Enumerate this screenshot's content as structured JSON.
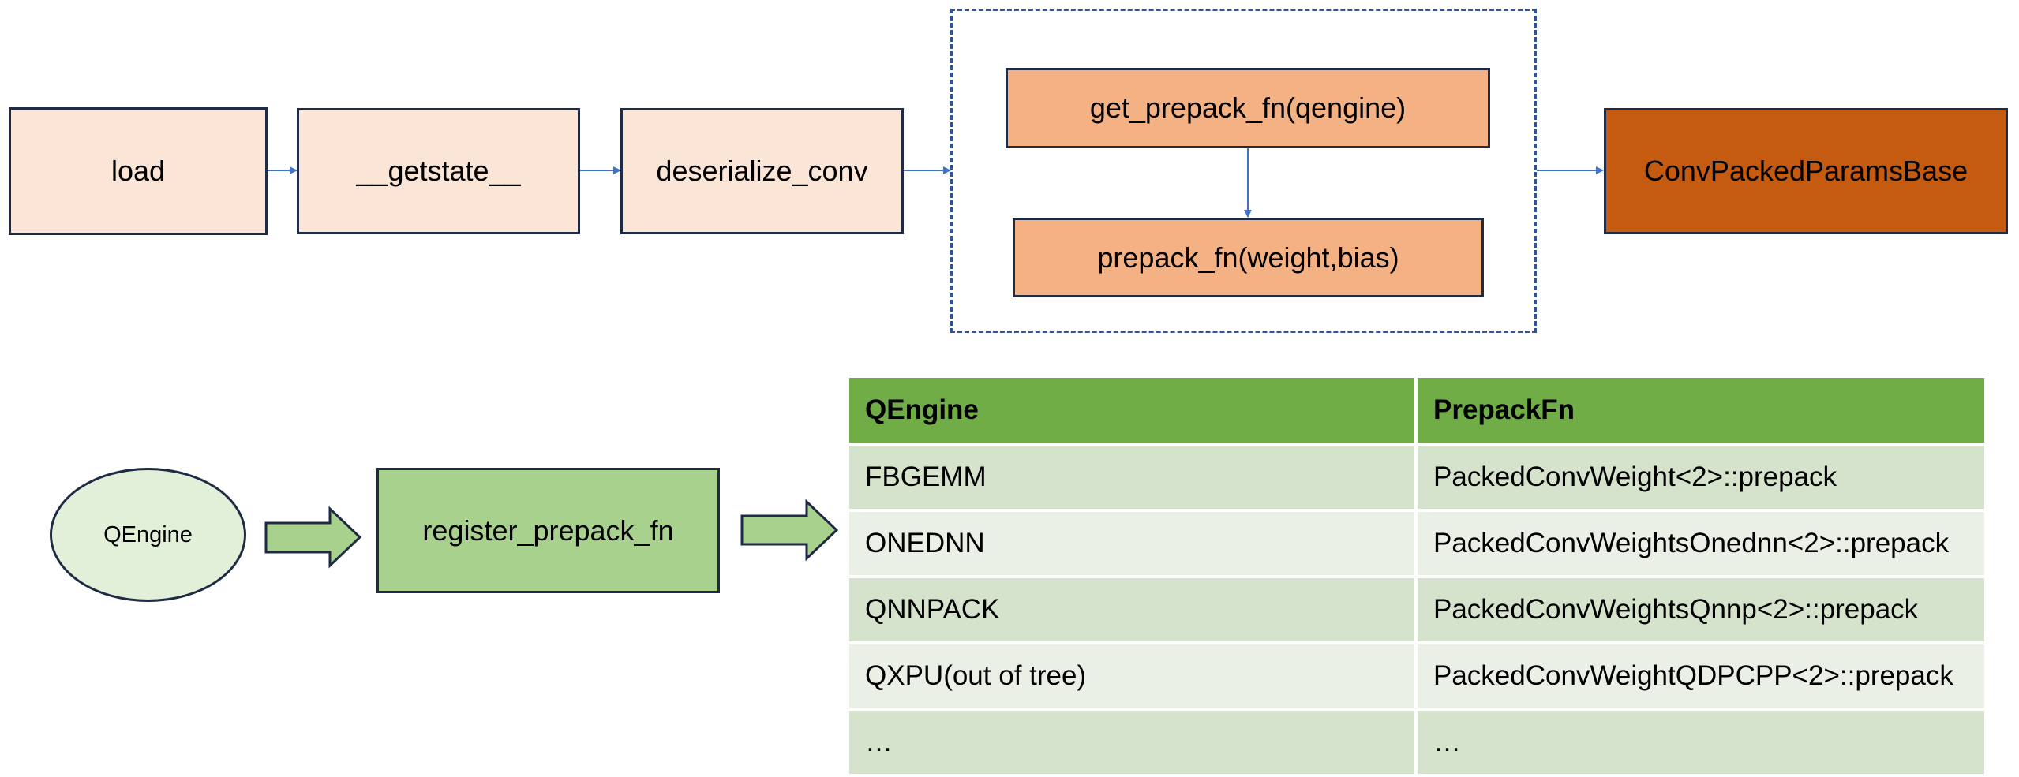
{
  "flow": {
    "load": "load",
    "getstate": "__getstate__",
    "deserialize": "deserialize_conv",
    "get_prepack": "get_prepack_fn(qengine)",
    "prepack": "prepack_fn(weight,bias)",
    "result": "ConvPackedParamsBase"
  },
  "registry": {
    "qengine": "QEngine",
    "register": "register_prepack_fn"
  },
  "table": {
    "headers": [
      "QEngine",
      "PrepackFn"
    ],
    "rows": [
      [
        "FBGEMM",
        "PackedConvWeight<2>::prepack"
      ],
      [
        "ONEDNN",
        "PackedConvWeightsOnednn<2>::prepack"
      ],
      [
        "QNNPACK",
        "PackedConvWeightsQnnp<2>::prepack"
      ],
      [
        "QXPU(out of tree)",
        "PackedConvWeightQDPCPP<2>::prepack"
      ],
      [
        "…",
        "…"
      ]
    ]
  },
  "colors": {
    "light_orange": "#fbe5d6",
    "orange": "#f4b183",
    "dark_orange": "#c55a11",
    "green": "#a9d18e",
    "header_green": "#70ad47",
    "arrow_blue": "#4472c4"
  }
}
